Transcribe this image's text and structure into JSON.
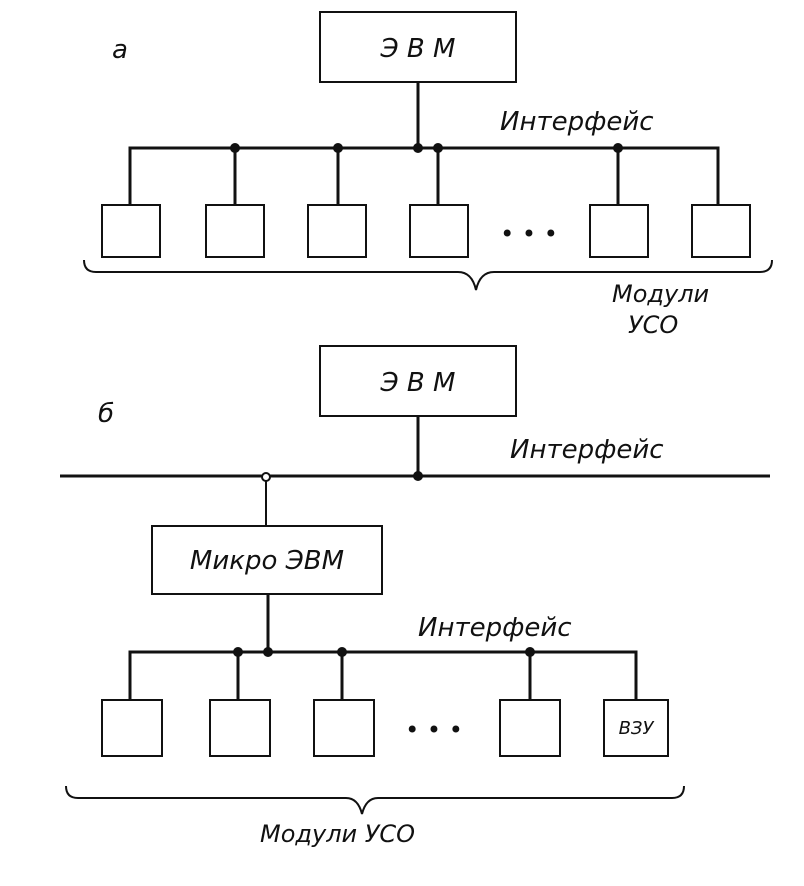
{
  "diagram_a": {
    "part_label": "а",
    "computer_label": "Э В М",
    "bus_label": "Интерфейс",
    "modules_caption_line1": "Модули",
    "modules_caption_line2": "УСО",
    "ellipsis": "• • •"
  },
  "diagram_b": {
    "part_label": "б",
    "computer_label": "Э В М",
    "top_bus_label": "Интерфейс",
    "micro_label": "Микро ЭВМ",
    "local_bus_label": "Интерфейс",
    "storage_label": "ВЗУ",
    "modules_caption": "Модули УСО",
    "ellipsis": "• • •"
  }
}
